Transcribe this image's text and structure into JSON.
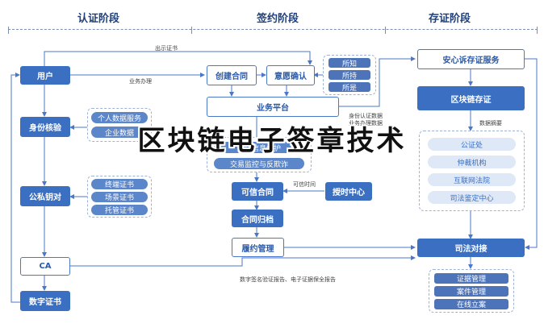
{
  "stages": {
    "auth": "认证阶段",
    "sign": "签约阶段",
    "store": "存证阶段"
  },
  "left": {
    "user": "用户",
    "identity": "身份核验",
    "identity_items": [
      "个人数据服务",
      "企业数据"
    ],
    "keypair": "公私钥对",
    "cert_items": [
      "终端证书",
      "场景证书",
      "托管证书"
    ],
    "ca": "CA",
    "digital_cert": "数字证书"
  },
  "middle": {
    "create_contract": "创建合同",
    "intent_confirm": "意愿确认",
    "intent_items": [
      "所知",
      "所持",
      "所是"
    ],
    "business_platform": "业务平台",
    "platform_items": [
      "用户信息保护",
      "交易监控与反欺诈"
    ],
    "trusted_contract": "可信合同",
    "timestamp_center": "授时中心",
    "archive": "合同归档",
    "performance": "履约管理"
  },
  "right": {
    "axin_service": "安心诉存证服务",
    "blockchain": "区块链存证",
    "nodes": [
      "公证处",
      "仲裁机构",
      "互联网法院",
      "司法鉴定中心"
    ],
    "judicial": "司法对接",
    "judicial_items": [
      "证据管理",
      "案件管理",
      "在线立案"
    ]
  },
  "labels": {
    "show_cert": "出示证书",
    "business_handle": "业务办理",
    "identity_data": "身份认证数据",
    "business_data": "业务办理数据",
    "data_digest": "数据摘要",
    "trusted_time": "可信时间",
    "report": "数字签名验证报告、电子证据保全报告"
  },
  "banner": "区块链电子签章技术"
}
